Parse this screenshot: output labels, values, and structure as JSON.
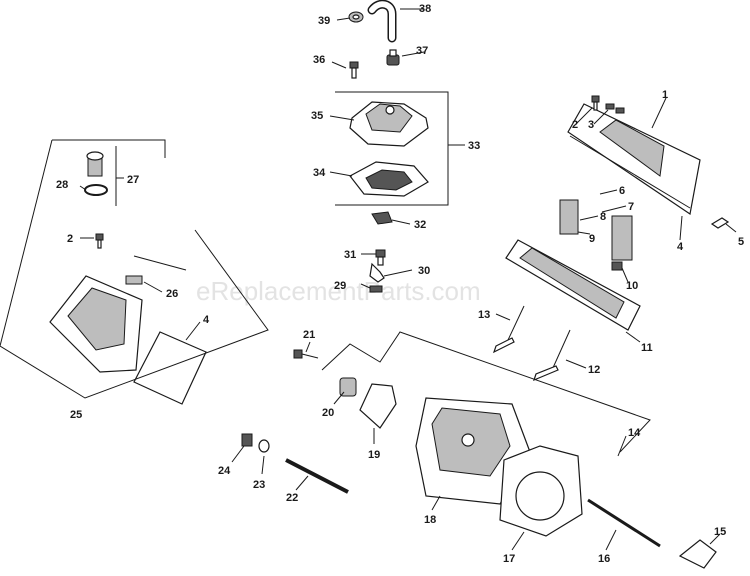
{
  "watermark": "eReplacementParts.com",
  "labels": {
    "l1": "1",
    "l2a": "2",
    "l2b": "2",
    "l3": "3",
    "l4a": "4",
    "l4b": "4",
    "l5": "5",
    "l6": "6",
    "l7": "7",
    "l8": "8",
    "l9": "9",
    "l10": "10",
    "l11": "11",
    "l12": "12",
    "l13": "13",
    "l14": "14",
    "l15": "15",
    "l16": "16",
    "l17": "17",
    "l18": "18",
    "l19": "19",
    "l20": "20",
    "l21": "21",
    "l22": "22",
    "l23": "23",
    "l24": "24",
    "l25": "25",
    "l26": "26",
    "l27": "27",
    "l28": "28",
    "l29": "29",
    "l30": "30",
    "l31": "31",
    "l32": "32",
    "l33": "33",
    "l34": "34",
    "l35": "35",
    "l36": "36",
    "l37": "37",
    "l38": "38",
    "l39": "39"
  }
}
